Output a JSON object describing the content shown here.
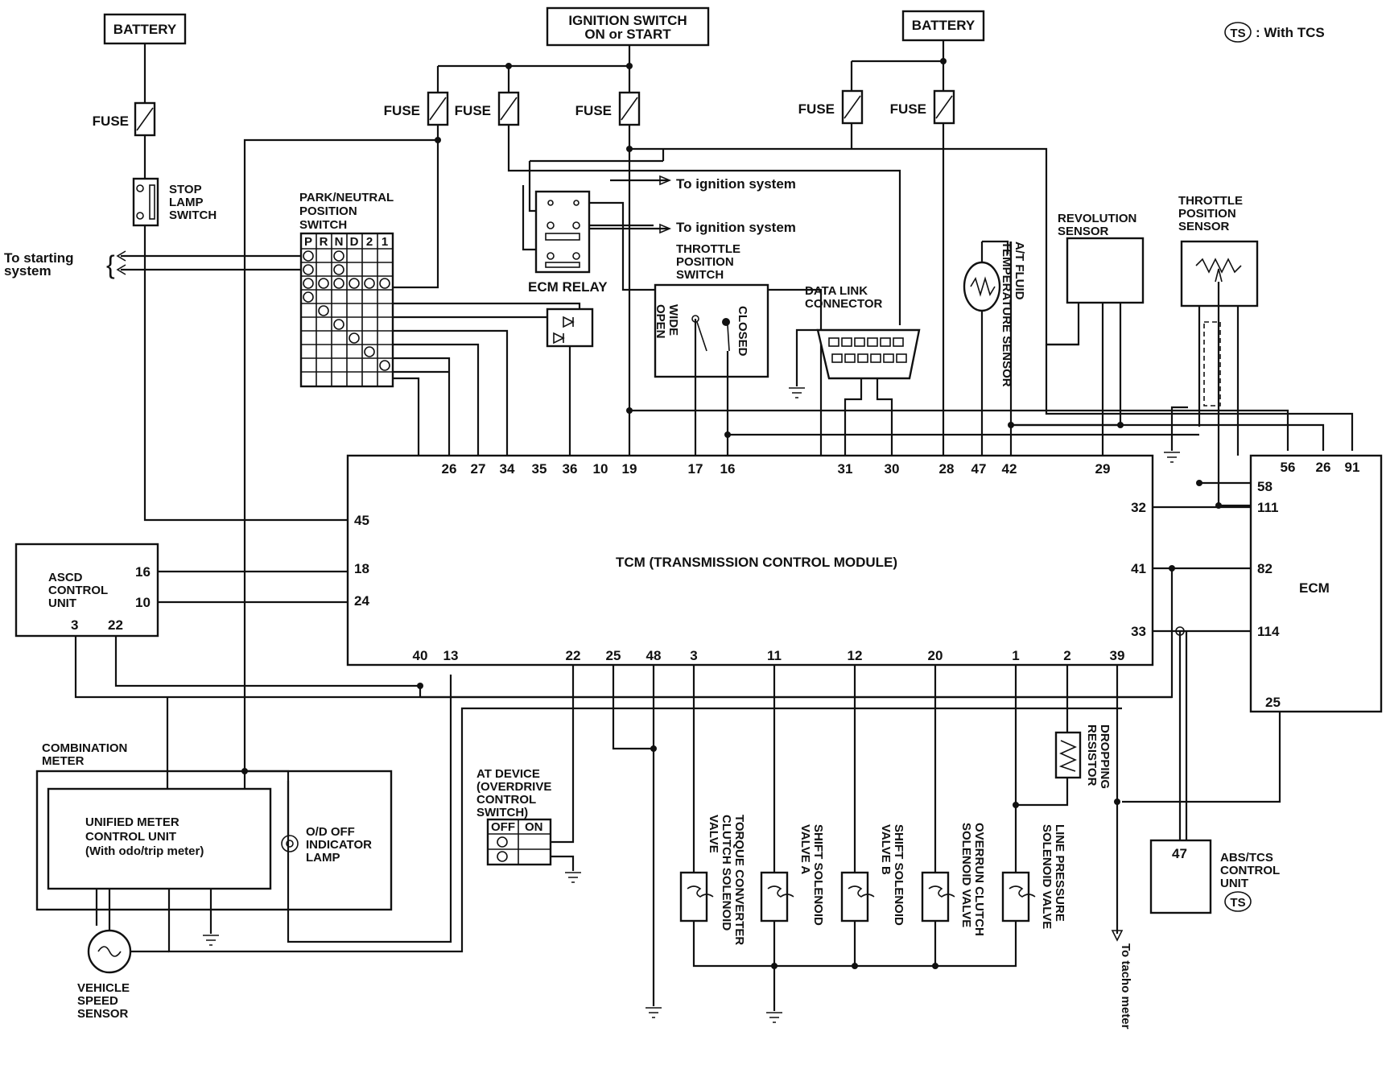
{
  "legend": {
    "symbol": "TS",
    "text": ": With TCS"
  },
  "power": {
    "battery_left": "BATTERY",
    "battery_right": "BATTERY",
    "ignition_line1": "IGNITION SWITCH",
    "ignition_line2": "ON or START",
    "fuse": "FUSE"
  },
  "components": {
    "stop_lamp": [
      "STOP",
      "LAMP",
      "SWITCH"
    ],
    "pnp_switch": [
      "PARK/NEUTRAL",
      "POSITION",
      "SWITCH"
    ],
    "pnp_positions": [
      "P",
      "R",
      "N",
      "D",
      "2",
      "1"
    ],
    "to_starting": [
      "To starting",
      "system"
    ],
    "ecm_relay": "ECM RELAY",
    "to_ignition_1": "To ignition system",
    "to_ignition_2": "To ignition system",
    "throttle_switch": [
      "THROTTLE",
      "POSITION",
      "SWITCH"
    ],
    "wide_open": [
      "WIDE",
      "OPEN"
    ],
    "closed": "CLOSED",
    "data_link": [
      "DATA LINK",
      "CONNECTOR"
    ],
    "fluid_temp": [
      "A/T FLUID",
      "TEMPERATURE SENSOR"
    ],
    "revolution": [
      "REVOLUTION",
      "SENSOR"
    ],
    "throttle_sensor": [
      "THROTTLE",
      "POSITION",
      "SENSOR"
    ],
    "tcm": "TCM (TRANSMISSION CONTROL MODULE)",
    "ecm": "ECM",
    "ascd": [
      "ASCD",
      "CONTROL",
      "UNIT"
    ],
    "combination_meter": [
      "COMBINATION",
      "METER"
    ],
    "unified_meter": [
      "UNIFIED METER",
      "CONTROL UNIT",
      "(With odo/trip meter)"
    ],
    "od_lamp": [
      "O/D OFF",
      "INDICATOR",
      "LAMP"
    ],
    "vss": [
      "VEHICLE",
      "SPEED",
      "SENSOR"
    ],
    "at_device": [
      "AT DEVICE",
      "(OVERDRIVE",
      "CONTROL",
      "SWITCH)"
    ],
    "at_off": "OFF",
    "at_on": "ON",
    "torque_conv": [
      "TORQUE CONVERTER",
      "CLUTCH SOLENOID",
      "VALVE"
    ],
    "shift_a": [
      "SHIFT SOLENOID",
      "VALVE A"
    ],
    "shift_b": [
      "SHIFT SOLENOID",
      "VALVE B"
    ],
    "overrun": [
      "OVERRUN CLUTCH",
      "SOLENOID VALVE"
    ],
    "line_pressure": [
      "LINE PRESSURE",
      "SOLENOID VALVE"
    ],
    "dropping": [
      "DROPPING",
      "RESISTOR"
    ],
    "tacho": "To tacho meter",
    "abs": [
      "ABS/TCS",
      "CONTROL",
      "UNIT"
    ]
  },
  "pins": {
    "tcm_top": [
      "26",
      "27",
      "34",
      "35",
      "36",
      "10",
      "19",
      "17",
      "16",
      "31",
      "30",
      "28",
      "47",
      "42",
      "29"
    ],
    "tcm_left": [
      "45",
      "18",
      "24"
    ],
    "tcm_right": [
      "32",
      "41",
      "33"
    ],
    "tcm_bottom": [
      "40",
      "13",
      "22",
      "25",
      "48",
      "3",
      "11",
      "12",
      "20",
      "1",
      "2",
      "39"
    ],
    "ecm_top": [
      "56",
      "26",
      "91"
    ],
    "ecm_left": [
      "58",
      "111",
      "82",
      "114"
    ],
    "ecm_bottom": "25",
    "ascd_right": [
      "16",
      "10"
    ],
    "ascd_bottom": [
      "3",
      "22"
    ],
    "abs_pin": "47"
  }
}
